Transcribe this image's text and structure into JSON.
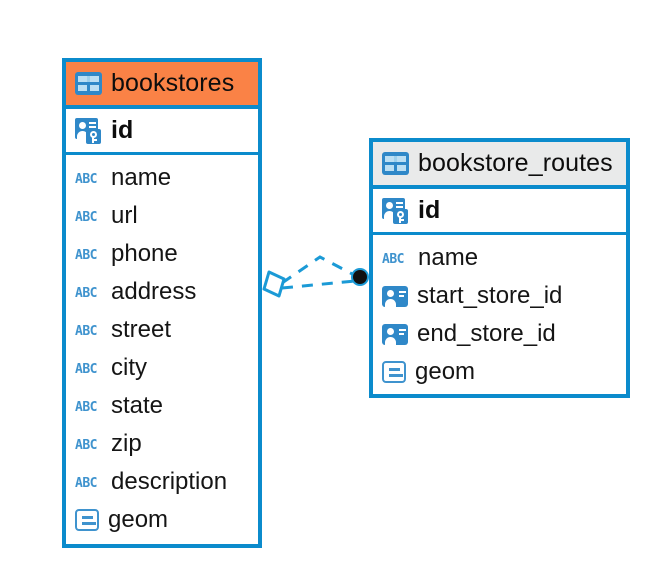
{
  "diagram": {
    "type": "entity-relationship-diagram",
    "colors": {
      "border": "#0B8BCC",
      "header_highlight": "#FA8246",
      "header_default": "#E9EAEA",
      "icon_blue": "#2F88C8",
      "icon_light_blue": "#3F93CE",
      "connector": "#1B9AD6",
      "text": "#0d0d0d",
      "background": "#FFFFFF"
    },
    "entities": [
      {
        "id": "bookstores",
        "name": "bookstores",
        "header_style": "highlight",
        "table_icon": "table-icon",
        "fields": [
          {
            "name": "id",
            "type": "primary-key",
            "icon": "primary-key-icon",
            "bold": true
          },
          {
            "name": "name",
            "type": "text",
            "icon": "abc-text-icon",
            "bold": false
          },
          {
            "name": "url",
            "type": "text",
            "icon": "abc-text-icon",
            "bold": false
          },
          {
            "name": "phone",
            "type": "text",
            "icon": "abc-text-icon",
            "bold": false
          },
          {
            "name": "address",
            "type": "text",
            "icon": "abc-text-icon",
            "bold": false
          },
          {
            "name": "street",
            "type": "text",
            "icon": "abc-text-icon",
            "bold": false
          },
          {
            "name": "city",
            "type": "text",
            "icon": "abc-text-icon",
            "bold": false
          },
          {
            "name": "state",
            "type": "text",
            "icon": "abc-text-icon",
            "bold": false
          },
          {
            "name": "zip",
            "type": "text",
            "icon": "abc-text-icon",
            "bold": false
          },
          {
            "name": "description",
            "type": "text",
            "icon": "abc-text-icon",
            "bold": false
          },
          {
            "name": "geom",
            "type": "geometry",
            "icon": "geometry-icon",
            "bold": false
          }
        ]
      },
      {
        "id": "bookstore_routes",
        "name": "bookstore_routes",
        "header_style": "default",
        "table_icon": "table-icon",
        "fields": [
          {
            "name": "id",
            "type": "primary-key",
            "icon": "primary-key-icon",
            "bold": true
          },
          {
            "name": "name",
            "type": "text",
            "icon": "abc-text-icon",
            "bold": false
          },
          {
            "name": "start_store_id",
            "type": "foreign-key",
            "icon": "foreign-key-icon",
            "bold": false
          },
          {
            "name": "end_store_id",
            "type": "foreign-key",
            "icon": "foreign-key-icon",
            "bold": false
          },
          {
            "name": "geom",
            "type": "geometry",
            "icon": "geometry-icon",
            "bold": false
          }
        ]
      }
    ],
    "relationship": {
      "from": "bookstores",
      "to": "bookstore_routes",
      "line_style": "dashed",
      "source_marker": "diamond",
      "target_marker": "filled-circle"
    }
  }
}
